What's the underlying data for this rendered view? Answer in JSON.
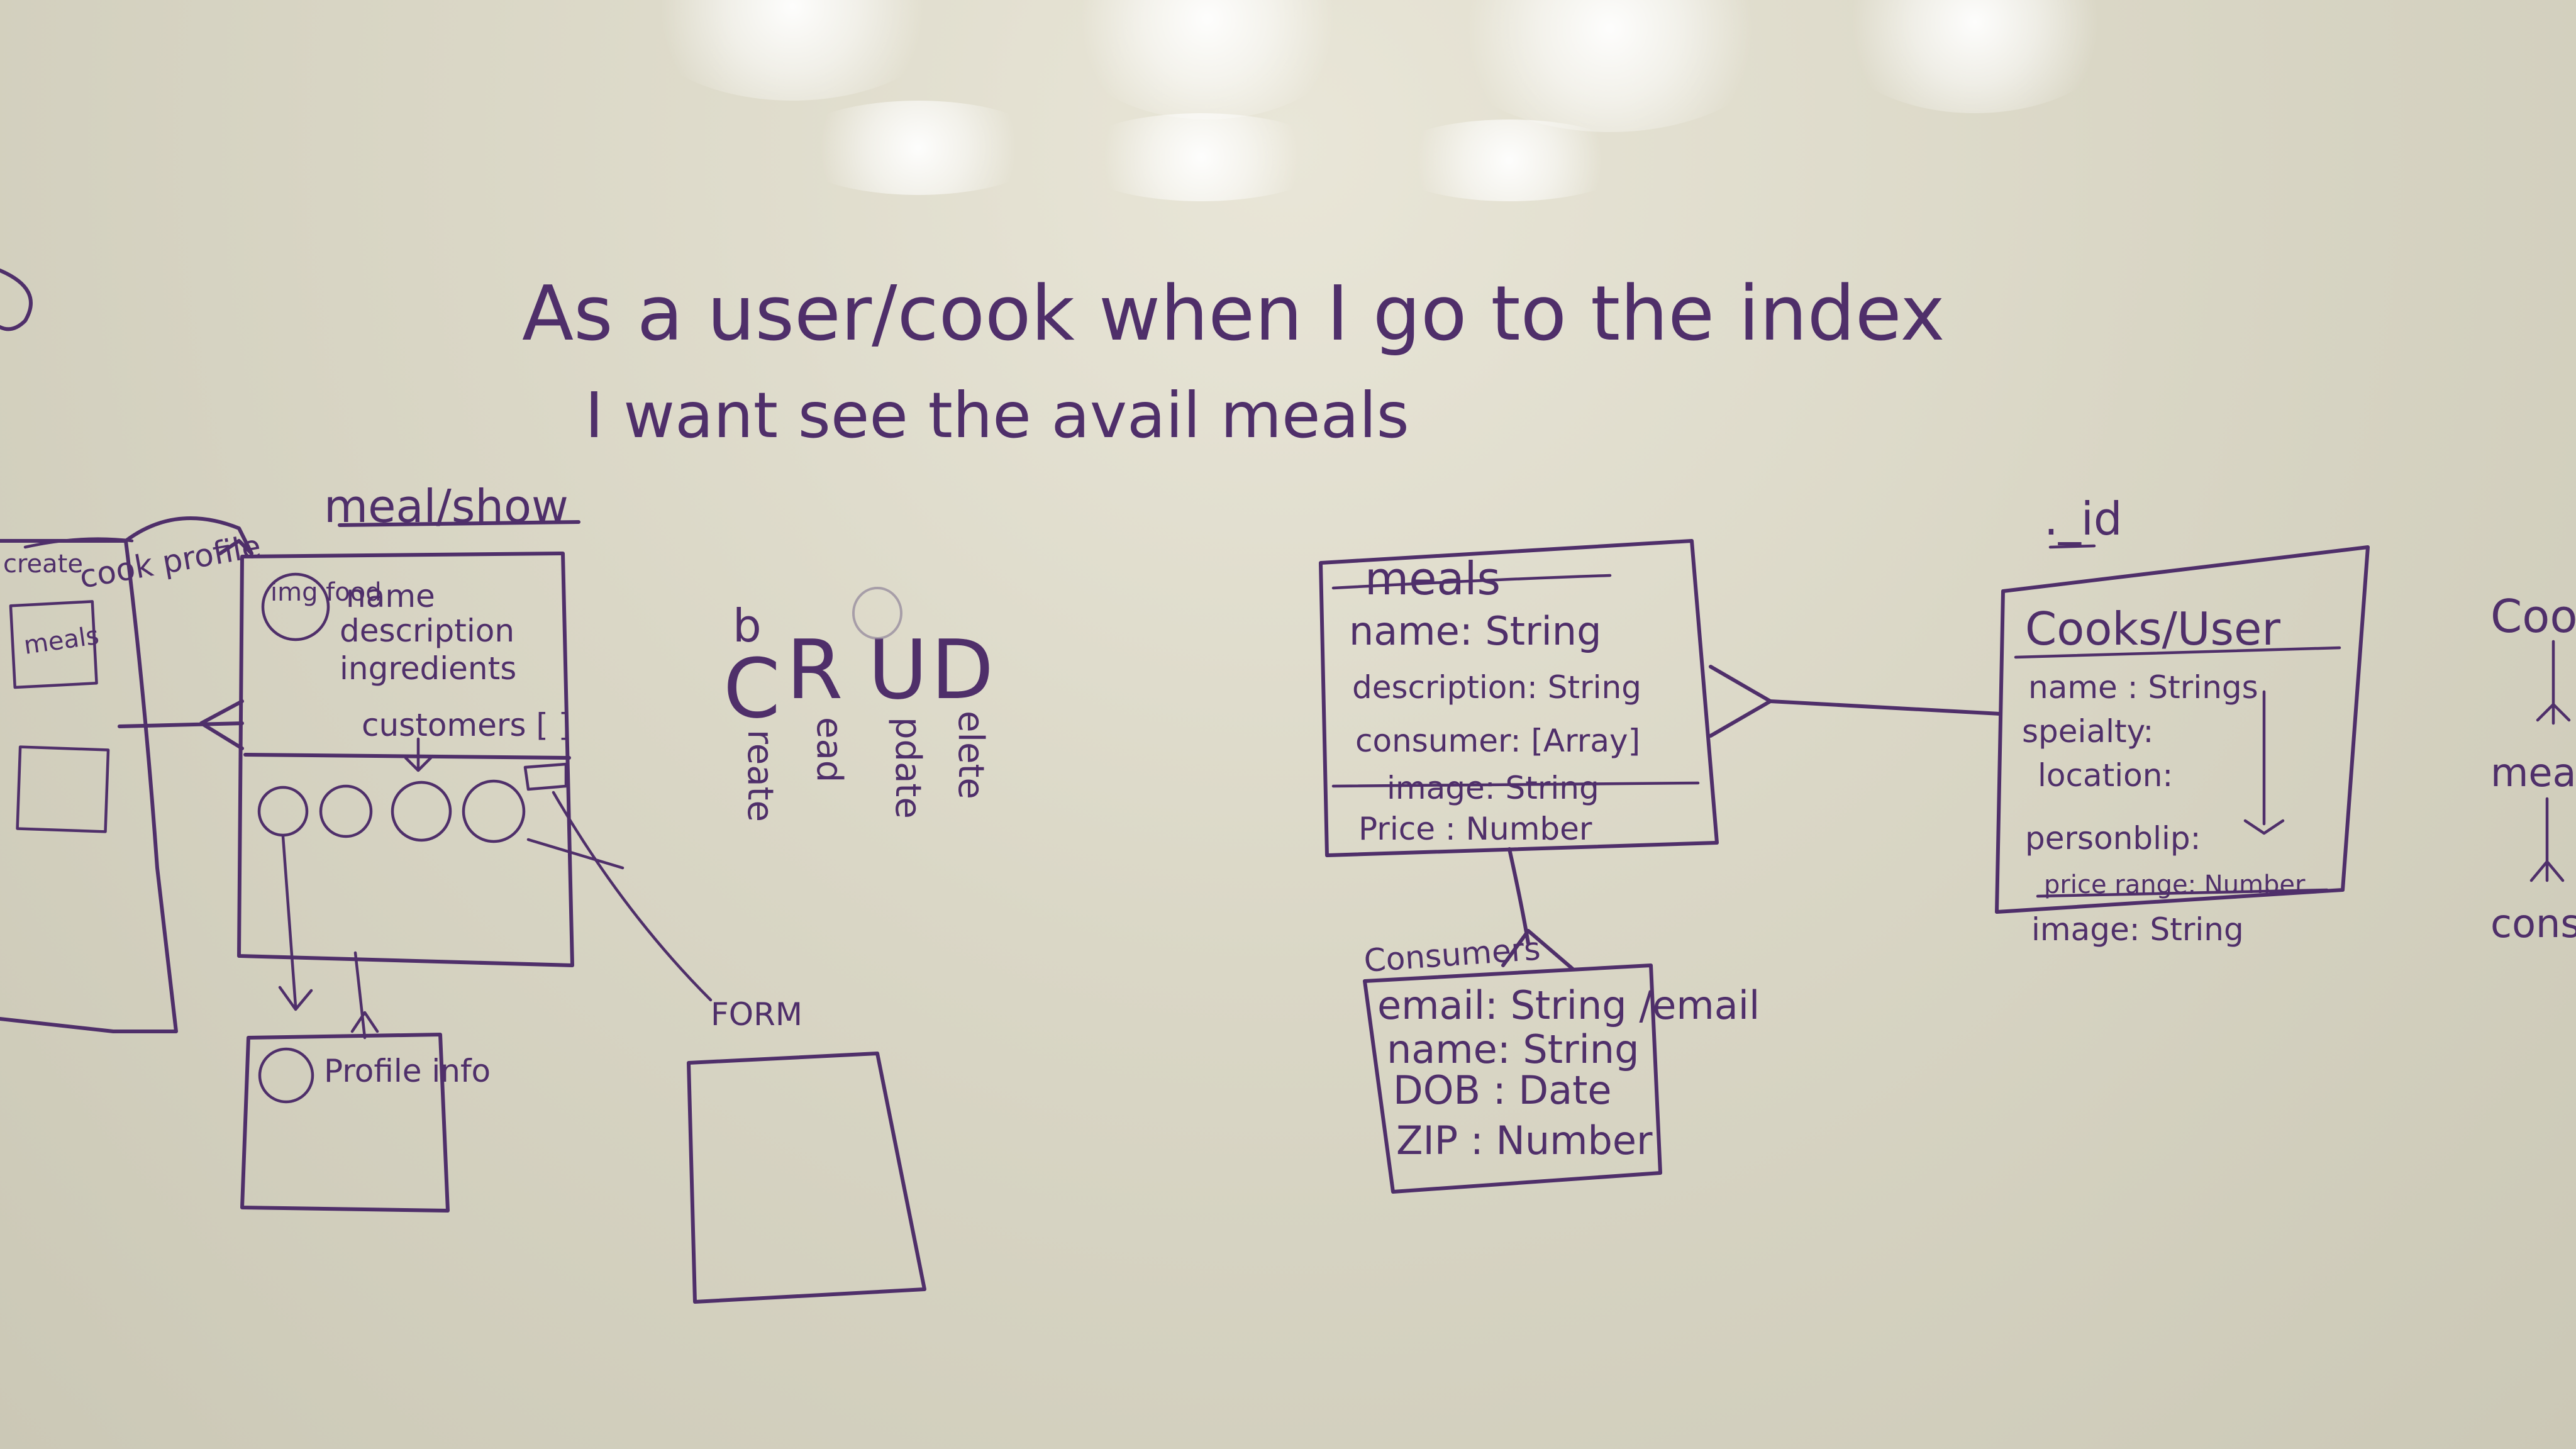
{
  "board": {
    "story_line1": "As a user/cook when I go to the index",
    "story_line2": "I want see the avail meals"
  },
  "meal_show": {
    "title": "meal/show",
    "img_label": "img food",
    "fields": [
      "name",
      "description",
      "ingredients"
    ],
    "customers": "customers [   ]"
  },
  "left_sketch": {
    "labels": [
      "create",
      "cook profile",
      "meals"
    ]
  },
  "profile": {
    "label": "Profile info"
  },
  "form": {
    "label": "FORM"
  },
  "crud": {
    "letters": [
      "C",
      "R",
      "U",
      "D"
    ],
    "words": [
      "reate",
      "ead",
      "pdate",
      "elete"
    ],
    "mark": "b"
  },
  "meals_model": {
    "title": "meals",
    "fields": [
      "name: String",
      "description: String",
      "consumer: [Array]",
      "image: String",
      "Price : Number"
    ]
  },
  "consumers_model": {
    "title": "Consumers",
    "fields": [
      "email: String /email",
      "name: String",
      "DOB : Date",
      "ZIP : Number"
    ]
  },
  "cooks_model": {
    "id_label": "._id",
    "title": "Cooks/User",
    "fields": [
      "name : Strings",
      "speialty:",
      "location:",
      "personblip:",
      "price range: Number",
      "image: String"
    ]
  },
  "right_edge": {
    "labels": [
      "Coo",
      "mea",
      "cons"
    ]
  }
}
